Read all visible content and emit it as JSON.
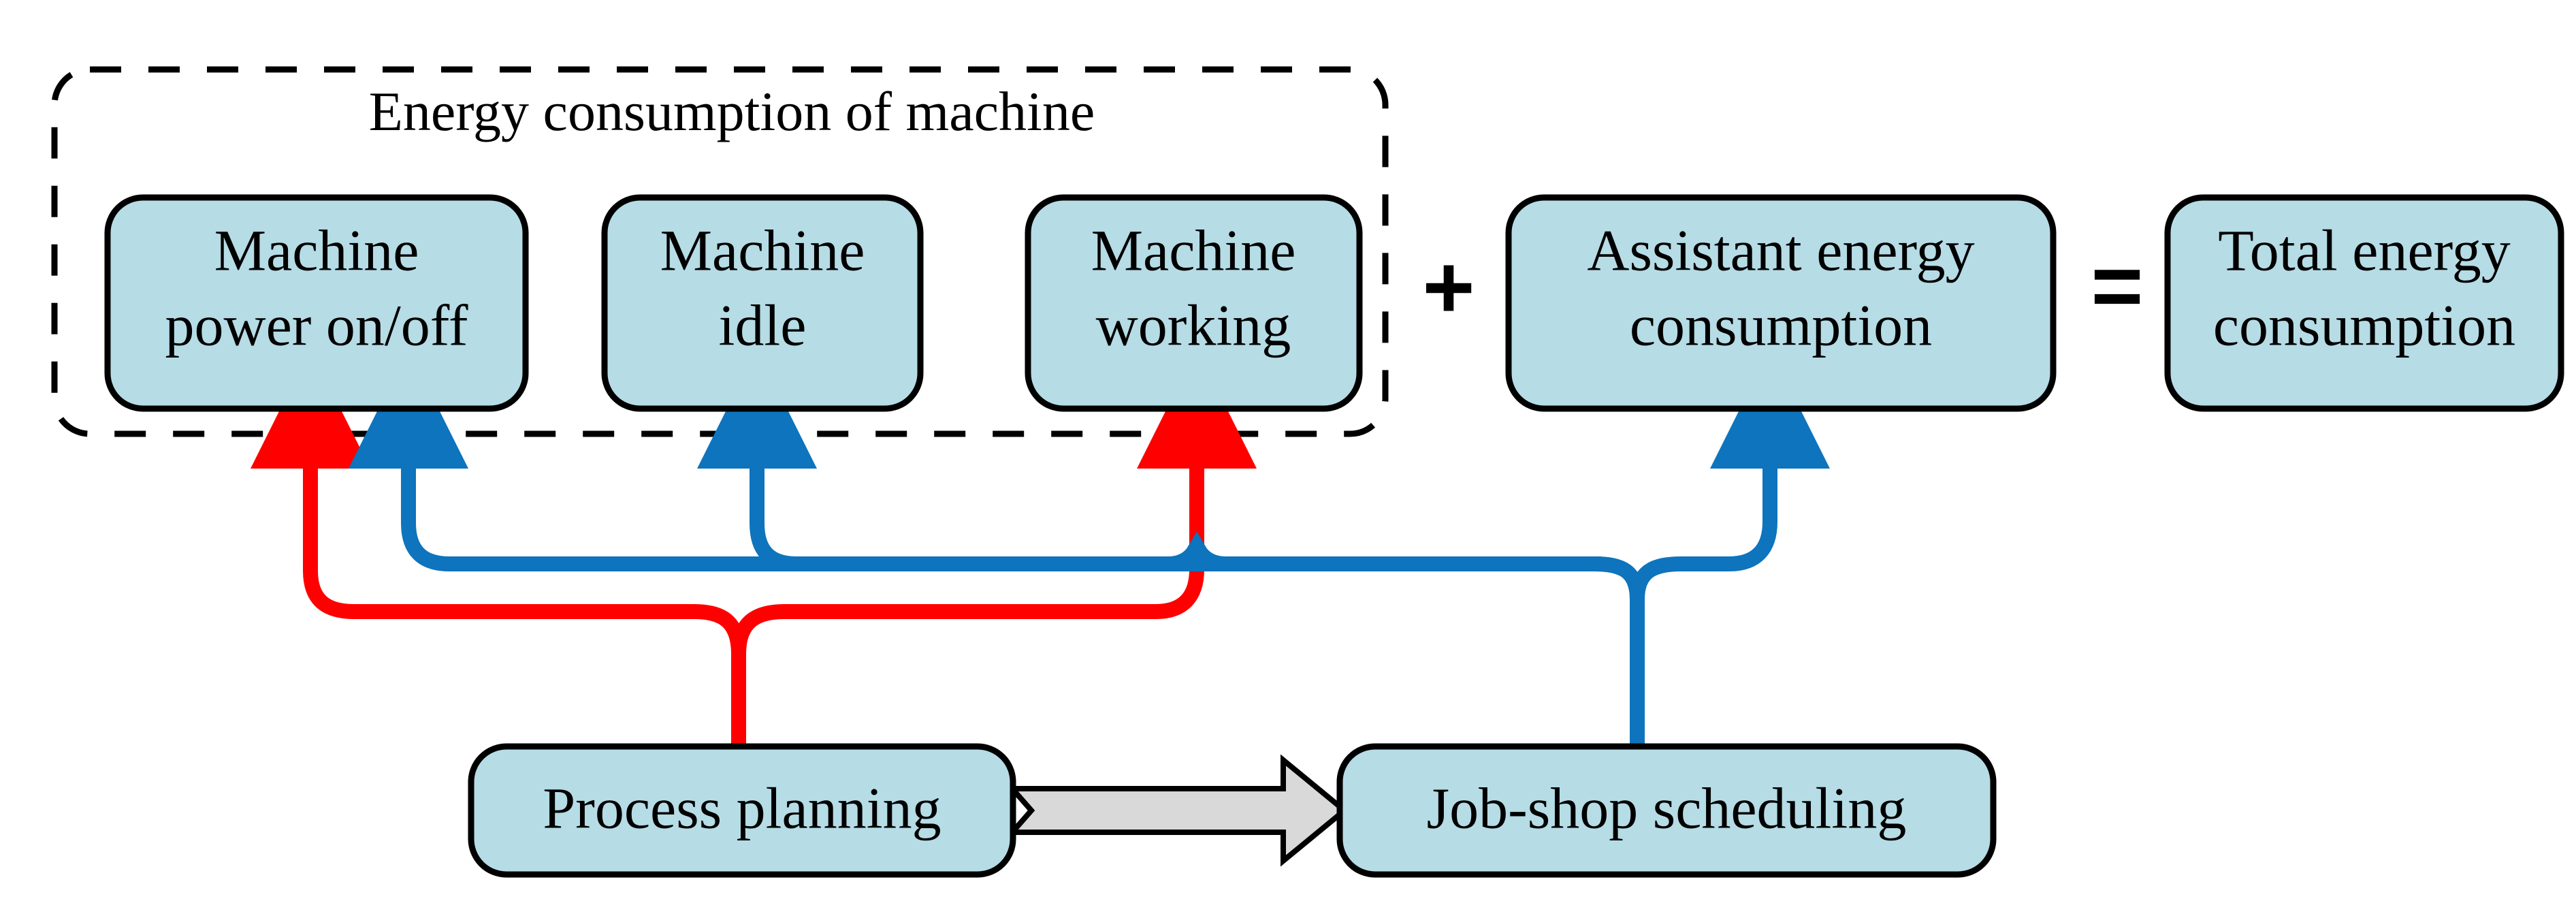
{
  "diagram": {
    "title": "Energy consumption of  machine",
    "colors": {
      "node_fill": "#b6dce6",
      "node_stroke": "#000000",
      "group_border": "#000000",
      "process_link": "#ff0000",
      "schedule_link": "#0d74bd",
      "block_arrow_fill": "#d9d9d9",
      "background": "#ffffff"
    },
    "group": {
      "name": "energy-consumption-of-machine-group",
      "title": "Energy consumption of  machine",
      "border_style": "dashed"
    },
    "nodes": [
      {
        "id": "machine-power",
        "line1": "Machine",
        "line2": "power on/off"
      },
      {
        "id": "machine-idle",
        "line1": "Machine",
        "line2": "idle"
      },
      {
        "id": "machine-working",
        "line1": "Machine",
        "line2": "working"
      },
      {
        "id": "assistant-energy",
        "line1": "Assistant energy",
        "line2": "consumption"
      },
      {
        "id": "total-energy",
        "line1": "Total energy",
        "line2": "consumption"
      },
      {
        "id": "process-planning",
        "line1": "Process planning",
        "line2": ""
      },
      {
        "id": "job-shop-scheduling",
        "line1": "Job-shop scheduling",
        "line2": ""
      }
    ],
    "operators": [
      {
        "id": "plus-operator",
        "symbol": "+"
      },
      {
        "id": "equals-operator",
        "symbol": "="
      }
    ],
    "connections": [
      {
        "from": "process-planning",
        "to": "machine-power",
        "color": "#ff0000"
      },
      {
        "from": "process-planning",
        "to": "machine-working",
        "color": "#ff0000"
      },
      {
        "from": "job-shop-scheduling",
        "to": "machine-power",
        "color": "#0d74bd"
      },
      {
        "from": "job-shop-scheduling",
        "to": "machine-idle",
        "color": "#0d74bd"
      },
      {
        "from": "job-shop-scheduling",
        "to": "assistant-energy",
        "color": "#0d74bd"
      },
      {
        "from": "process-planning",
        "to": "job-shop-scheduling",
        "style": "block-arrow",
        "color": "#d9d9d9"
      }
    ]
  }
}
